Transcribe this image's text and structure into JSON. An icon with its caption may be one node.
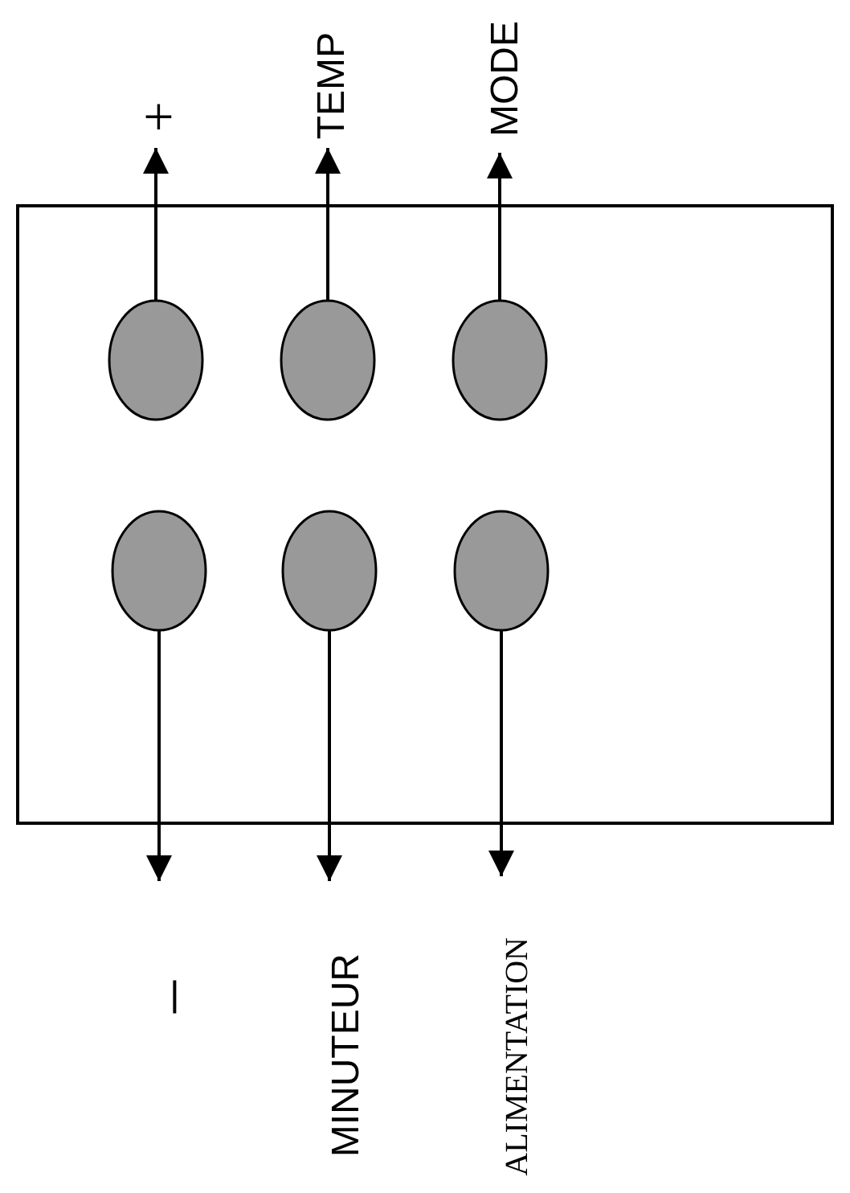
{
  "diagram": {
    "nodes": [
      {
        "text": [
          "+"
        ]
      },
      {
        "text": [
          "TEMP"
        ]
      },
      {
        "text": [
          "MODE"
        ]
      },
      {
        "text": [],
        "shape": "box"
      },
      {
        "text": [],
        "shape": "ellipse",
        "in": 3
      },
      {
        "text": [],
        "shape": "ellipse",
        "in": 3
      },
      {
        "text": [],
        "shape": "ellipse",
        "in": 3
      },
      {
        "text": [],
        "shape": "ellipse",
        "in": 3
      },
      {
        "text": [],
        "shape": "ellipse",
        "in": 3
      },
      {
        "text": [],
        "shape": "ellipse",
        "in": 3
      },
      {
        "text": [
          "–"
        ]
      },
      {
        "text": [
          "MINUTEUR"
        ]
      },
      {
        "text": [
          "ALIMENTATION"
        ]
      }
    ],
    "edges": [
      {
        "from": 4,
        "to": 0,
        "arrow": "to"
      },
      {
        "from": 5,
        "to": 1,
        "arrow": "to"
      },
      {
        "from": 6,
        "to": 2,
        "arrow": "to"
      },
      {
        "from": 7,
        "to": 10,
        "arrow": "to"
      },
      {
        "from": 8,
        "to": 11,
        "arrow": "to"
      },
      {
        "from": 9,
        "to": 12,
        "arrow": "to"
      }
    ]
  }
}
